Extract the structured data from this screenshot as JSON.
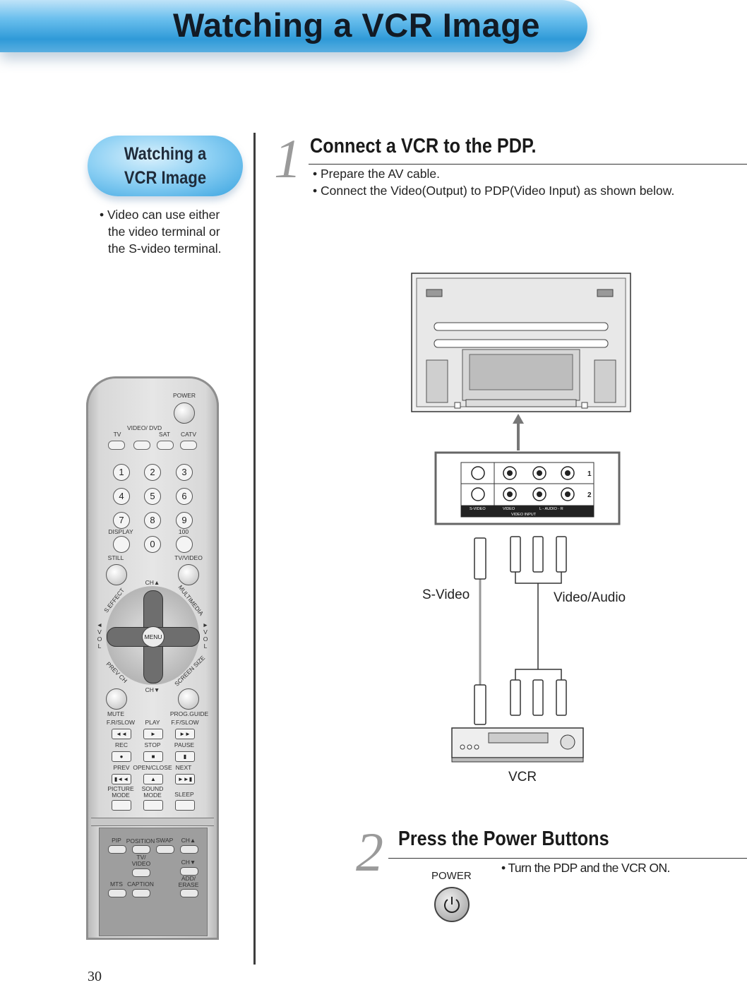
{
  "header": {
    "title": "Watching a VCR Image"
  },
  "sidebar": {
    "badge_line1": "Watching a",
    "badge_line2": "VCR Image",
    "note_line1": "• Video can use either",
    "note_line2": "the video terminal or",
    "note_line3": "the S-video terminal."
  },
  "step1": {
    "number": "1",
    "title": "Connect a VCR to the PDP.",
    "bullet1": "• Prepare the AV cable.",
    "bullet2": "• Connect the Video(Output) to PDP(Video Input) as shown below."
  },
  "diagram": {
    "svideo_label": "S-Video",
    "video_audio_label": "Video/Audio",
    "vcr_label": "VCR",
    "panel_row1": "1",
    "panel_row2": "2",
    "panel_svideo": "S-VIDEO",
    "panel_video": "VIDEO",
    "panel_audio": "L - AUDIO - R",
    "panel_input": "VIDEO INPUT"
  },
  "step2": {
    "number": "2",
    "title": "Press the Power Buttons",
    "bullet1": "• Turn the PDP and the VCR ON.",
    "power_label": "POWER"
  },
  "remote": {
    "power": "POWER",
    "tv": "TV",
    "video_dvd": "VIDEO/ DVD",
    "sat": "SAT",
    "catv": "CATV",
    "digits": [
      "1",
      "2",
      "3",
      "4",
      "5",
      "6",
      "7",
      "8",
      "9",
      "0"
    ],
    "display": "DISPLAY",
    "hundred": "100",
    "still": "STILL",
    "tv_video": "TV/VIDEO",
    "ch_up": "CH▲",
    "ch_down": "CH▼",
    "s_effect": "S.EFFECT",
    "multimedia": "MULTIMEDIA",
    "vol_left": "◄ V O L",
    "vol_right": "► V O L",
    "menu": "MENU",
    "prev_ch": "PREV CH",
    "screen_size": "SCREEN SIZE",
    "mute": "MUTE",
    "prog_guide": "PROG.GUIDE",
    "fr_slow": "F.R/SLOW",
    "play": "PLAY",
    "ff_slow": "F.F/SLOW",
    "rec": "REC",
    "stop": "STOP",
    "pause": "PAUSE",
    "prev": "PREV",
    "open_close": "OPEN/CLOSE",
    "next": "NEXT",
    "picture_mode": "PICTURE MODE",
    "sound_mode": "SOUND MODE",
    "sleep": "SLEEP",
    "pip": "PIP",
    "position": "POSITION",
    "swap": "SWAP",
    "pip_ch_up": "CH▲",
    "tv_video_small": "TV/ VIDEO",
    "pip_ch_down": "CH▼",
    "mts": "MTS",
    "caption": "CAPTION",
    "add_erase": "ADD/ ERASE"
  },
  "footer": {
    "page_number": "30"
  }
}
